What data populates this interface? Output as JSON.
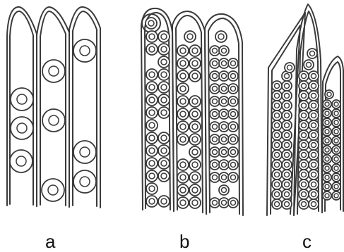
{
  "figure": {
    "panels": [
      {
        "id": "a",
        "label": "a",
        "cell_count": 3,
        "body_density": "sparse"
      },
      {
        "id": "b",
        "label": "b",
        "cell_count": 3,
        "body_density": "dense"
      },
      {
        "id": "c",
        "label": "c",
        "cell_count": 3,
        "body_density": "very dense"
      }
    ],
    "colors": {
      "line": "#3a3a3a",
      "background": "#ffffff",
      "label": "#111111"
    }
  }
}
